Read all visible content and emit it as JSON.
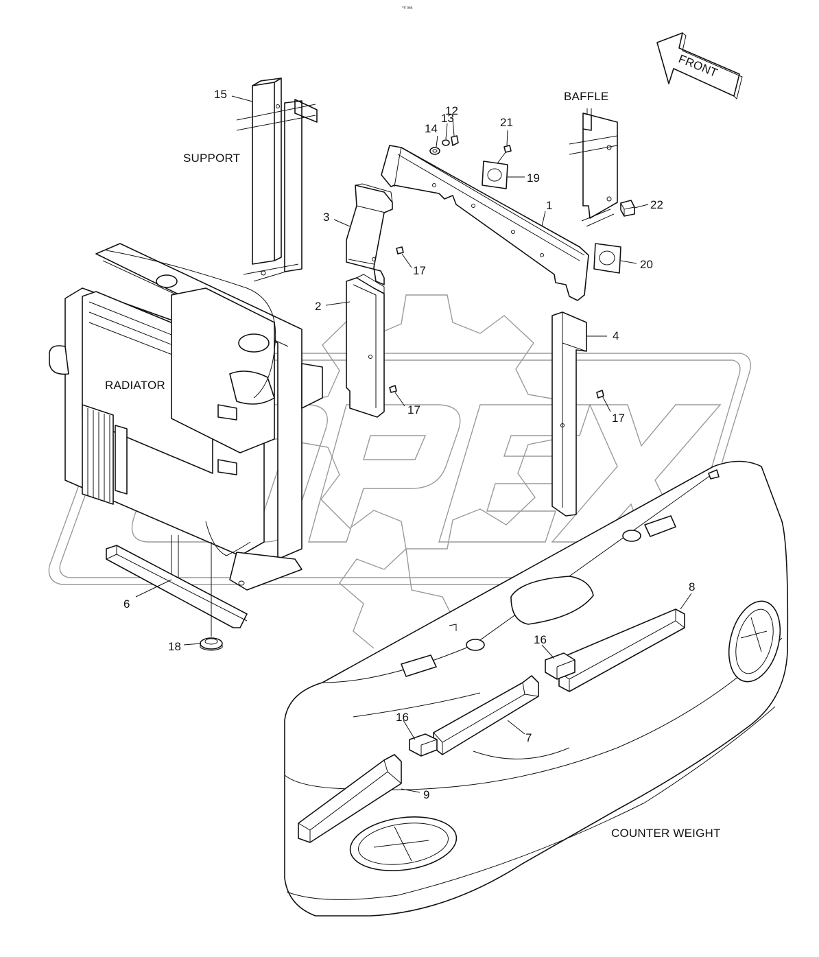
{
  "top_mark": "°ᵈ ᵃᵃᵃ",
  "front_arrow": {
    "label": "FRONT"
  },
  "labels": {
    "support": "SUPPORT",
    "baffle": "BAFFLE",
    "radiator": "RADIATOR",
    "counter_weight": "COUNTER WEIGHT"
  },
  "callouts": {
    "c1": "1",
    "c2": "2",
    "c3": "3",
    "c4": "4",
    "c6": "6",
    "c7": "7",
    "c8": "8",
    "c9": "9",
    "c12": "12",
    "c13": "13",
    "c14": "14",
    "c15": "15",
    "c16a": "16",
    "c16b": "16",
    "c17a": "17",
    "c17b": "17",
    "c17c": "17",
    "c18": "18",
    "c19": "19",
    "c20": "20",
    "c21": "21",
    "c22": "22"
  },
  "watermark": {
    "text": "OPEX",
    "color": "#9a9a9a"
  }
}
